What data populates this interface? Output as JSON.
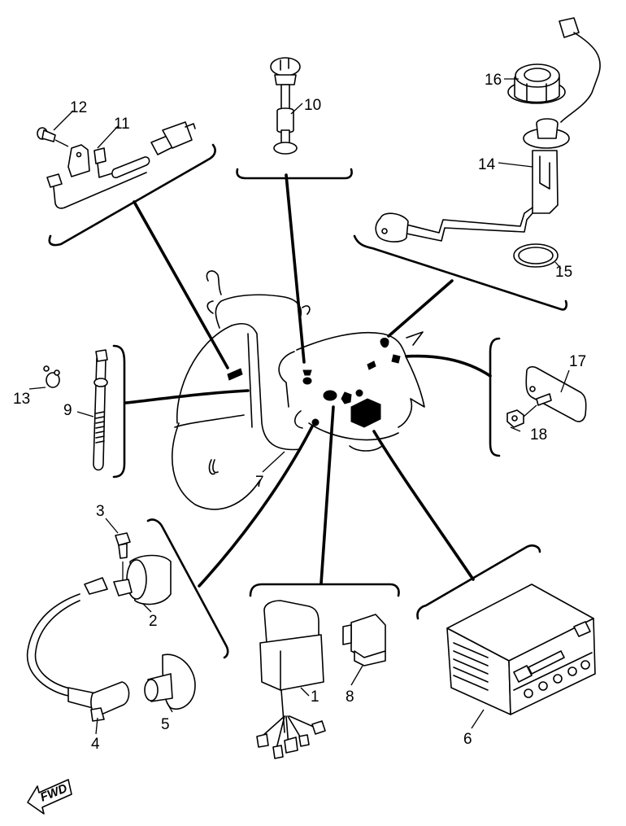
{
  "diagram": {
    "title": "Scooter electrical components exploded parts diagram",
    "direction_indicator": "FWD",
    "parts": [
      {
        "ref": "1",
        "name": "CDI unit"
      },
      {
        "ref": "2",
        "name": "Ignition coil"
      },
      {
        "ref": "3",
        "name": "Bolt"
      },
      {
        "ref": "4",
        "name": "Spark plug cap"
      },
      {
        "ref": "5",
        "name": "Cap cover"
      },
      {
        "ref": "6",
        "name": "Battery"
      },
      {
        "ref": "7",
        "name": "Connector / clip"
      },
      {
        "ref": "8",
        "name": "Relay"
      },
      {
        "ref": "9",
        "name": "Cable band"
      },
      {
        "ref": "10",
        "name": "Fuse / terminal post"
      },
      {
        "ref": "11",
        "name": "Sensor with lead"
      },
      {
        "ref": "12",
        "name": "Screw"
      },
      {
        "ref": "13",
        "name": "Clamp"
      },
      {
        "ref": "14",
        "name": "Fuel sender unit"
      },
      {
        "ref": "15",
        "name": "O-ring"
      },
      {
        "ref": "16",
        "name": "Ring nut"
      },
      {
        "ref": "17",
        "name": "Bracket plate"
      },
      {
        "ref": "18",
        "name": "Nut"
      }
    ]
  }
}
